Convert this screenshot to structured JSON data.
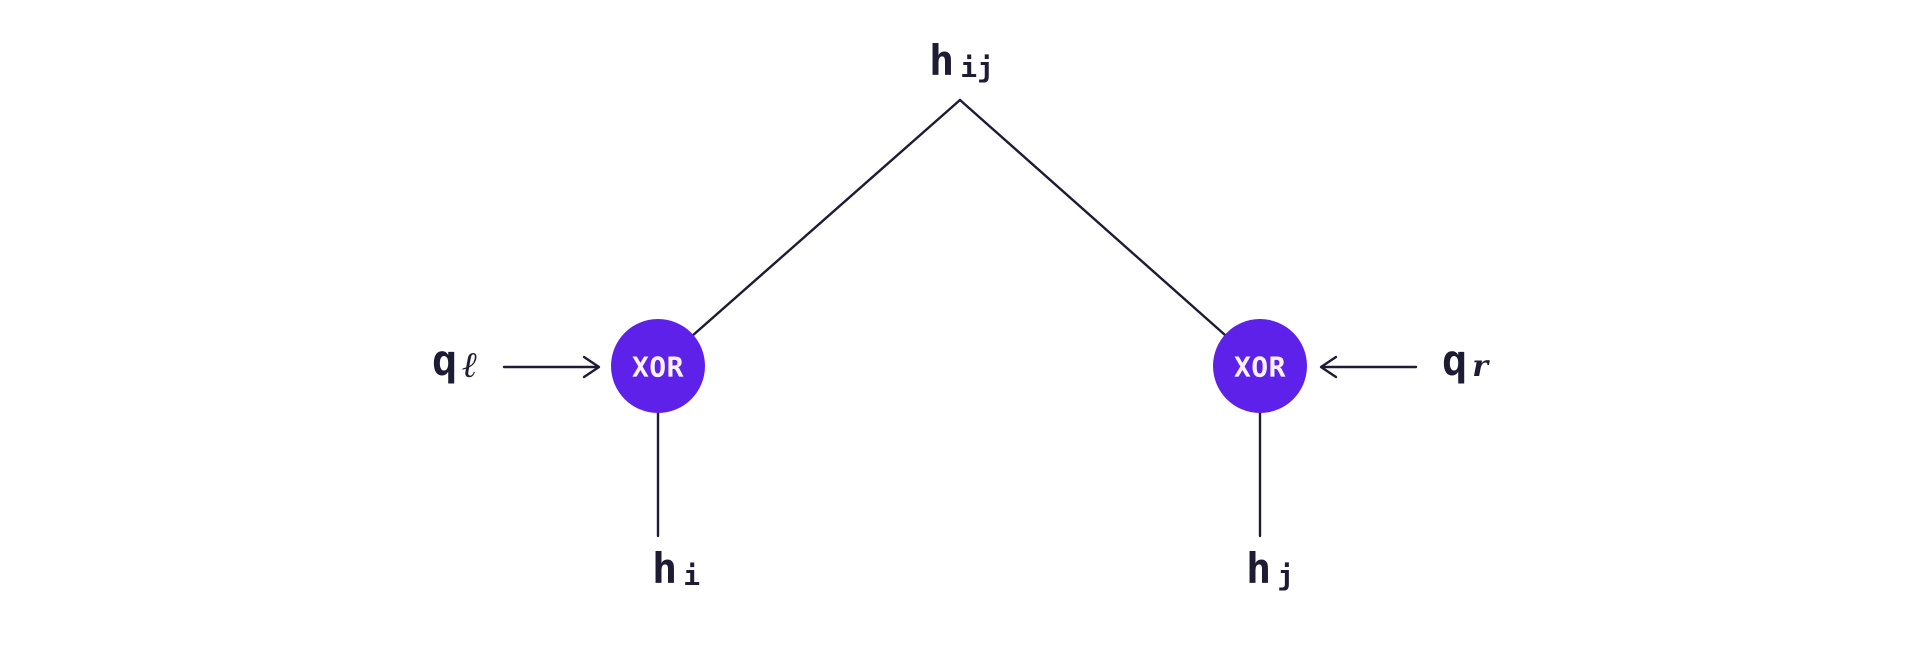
{
  "diagram": {
    "root": {
      "base": "h",
      "sub": "ij"
    },
    "left_node": {
      "label": "XOR"
    },
    "right_node": {
      "label": "XOR"
    },
    "left_input": {
      "base": "q",
      "sub": "ℓ"
    },
    "right_input": {
      "base": "q",
      "sub": "r"
    },
    "left_leaf": {
      "base": "h",
      "sub": "i"
    },
    "right_leaf": {
      "base": "h",
      "sub": "j"
    },
    "colors": {
      "node_fill": "#5e21e9",
      "node_text": "#f8f2fa",
      "stroke": "#1d1c34",
      "text": "#1d1c34",
      "background": "#ffffff"
    }
  }
}
